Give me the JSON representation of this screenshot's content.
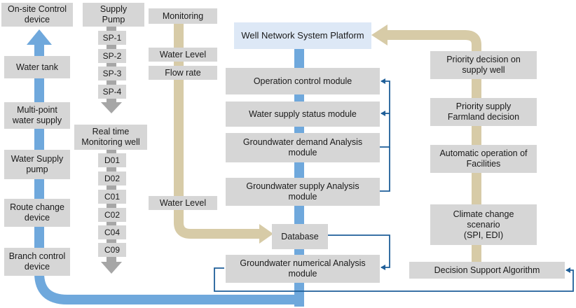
{
  "diagram": {
    "left_column": {
      "on_site_control_device": "On-site Control\ndevice",
      "water_tank": "Water tank",
      "multi_point_water_supply": "Multi-point\nwater supply",
      "water_supply_pump": "Water Supply\npump",
      "route_change_device": "Route change\ndevice",
      "branch_control_device": "Branch control\ndevice"
    },
    "supply_pump": {
      "title": "Supply\nPump",
      "items": [
        "SP-1",
        "SP-2",
        "SP-3",
        "SP-4"
      ]
    },
    "monitoring_well": {
      "title": "Real time\nMonitoring well",
      "items": [
        "D01",
        "D02",
        "C01",
        "C02",
        "C04",
        "C09"
      ]
    },
    "monitoring": {
      "title": "Monitoring",
      "water_level": "Water Level",
      "flow_rate": "Flow rate",
      "water_level_2": "Water Level"
    },
    "platform": {
      "title": "Well Network System Platform",
      "modules": [
        "Operation control module",
        "Water supply status module",
        "Groundwater demand Analysis\nmodule",
        "Groundwater supply Analysis\nmodule"
      ],
      "database": "Database",
      "numerical_module": "Groundwater numerical Analysis\nmodule"
    },
    "decision": {
      "items": [
        "Priority decision on\nsupply well",
        "Priority supply\nFarmland decision",
        "Automatic operation of\nFacilities",
        "Climate change\nscenario\n(SPI, EDI)"
      ],
      "algorithm": "Decision Support Algorithm"
    },
    "colors": {
      "box": "#d6d6d6",
      "platform_box": "#dde8f6",
      "blue_arrow": "#6fa8dc",
      "tan_arrow": "#d7cba7",
      "gray_arrow": "#a6a6a6",
      "connector": "#1f5f99"
    }
  }
}
